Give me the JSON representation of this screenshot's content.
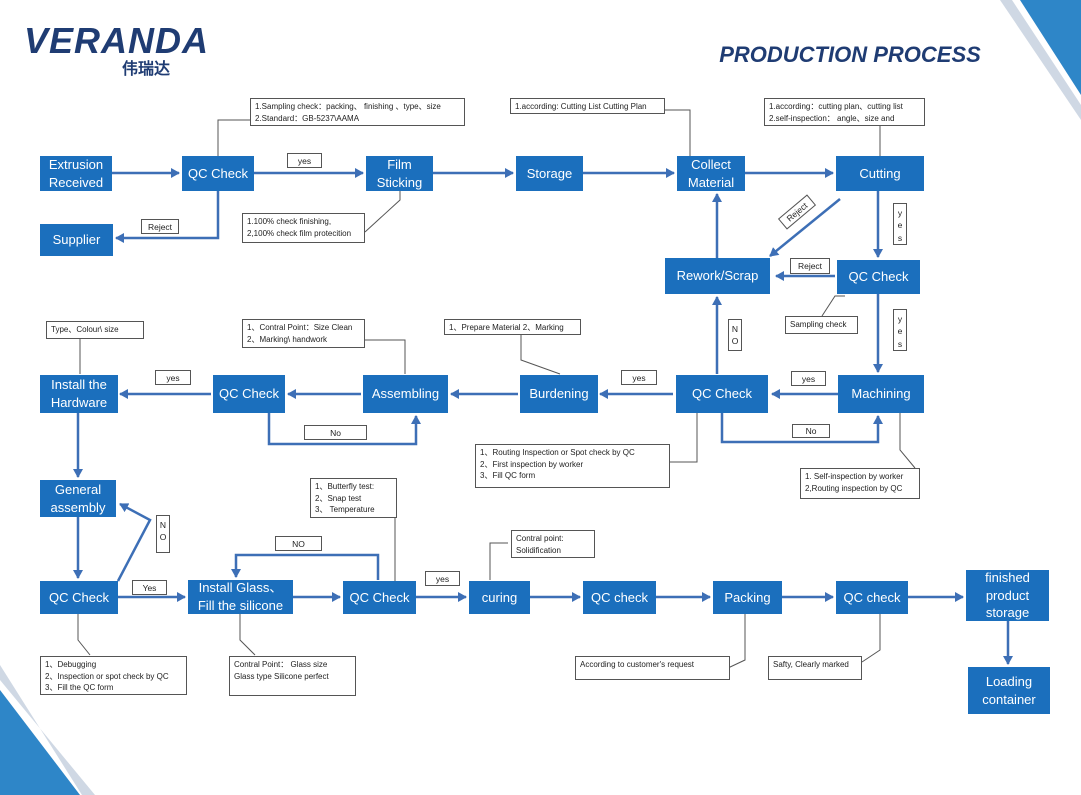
{
  "brand": {
    "name": "VERANDA",
    "subtitle": "伟瑞达"
  },
  "title": "PRODUCTION PROCESS",
  "colors": {
    "box": "#1b6fbd",
    "arrow": "#3d6fb6",
    "line": "#555555",
    "brand": "#1f3c73",
    "accent": "#2e86c8"
  },
  "steps": {
    "extrusion": "Extrusion\nReceived",
    "qc1": "QC Check",
    "film": "Film\nSticking",
    "storage": "Storage",
    "collect": "Collect\nMaterial",
    "cutting": "Cutting",
    "supplier": "Supplier",
    "rework": "Rework/Scrap",
    "qc2": "QC Check",
    "qc3": "QC Check",
    "machining": "Machining",
    "burdening": "Burdening",
    "assembling": "Assembling",
    "qc4": "QC Check",
    "hardware": "Install the\nHardware",
    "general": "General\nassembly",
    "qc5": "QC  Check",
    "glass": "Install Glass、\nFill the silicone",
    "qc6": "QC Check",
    "curing": "curing",
    "qc7": "QC check",
    "packing": "Packing",
    "qc8": "QC check",
    "finished": "finished\nproduct\nstorage",
    "loading": "Loading\ncontainer"
  },
  "notes": {
    "n1": "1.Sampling check：packing、  finishing 、type、size\n2.Standard：GB-5237\\AAMA",
    "n2": "1.according: Cutting List  Cutting Plan",
    "n3": "1.according：cutting plan、cutting list\n2.self-inspection：  angle、size and",
    "n4": "1.100% check  finishing,\n2,100% check film protecition",
    "n5": "Sampling check",
    "n6": "Type、Colour\\ size",
    "n7": "1、Contral Point：Size Clean\n2、Marking\\  handwork",
    "n8": "1、Prepare Material 2、Marking",
    "n9": "1、Routing Inspection  or Spot check  by QC\n2、First inspection by worker\n3、Fill QC form",
    "n10": "1. Self-inspection by worker\n2,Routing inspection by QC",
    "n11": "1、Butterfly test:\n2、Snap test\n3、  Temperature",
    "n12": "Contral point:\nSolidification",
    "n13": "1、Debugging\n2、Inspection or spot check by QC\n3、Fill the QC form",
    "n14": "Contral Point：  Glass size\nGlass type     Silicone perfect",
    "n15": "According to customer's request",
    "n16": "Safty,    Clearly marked"
  },
  "labels": {
    "yes": "yes",
    "reject": "Reject",
    "no": "No",
    "no_caps": "NO",
    "yes_cap": "Yes",
    "yes_vertical": "y\ne\ns",
    "no_vertical": "N\nO"
  }
}
